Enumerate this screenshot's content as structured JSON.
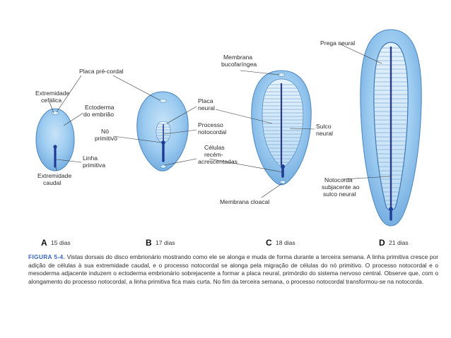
{
  "colors": {
    "disc_fill": "#8fc4ec",
    "disc_stroke": "#4a86c0",
    "notochord": "#2a3a86",
    "streak": "#1f3c94",
    "accent": "#3a66c0"
  },
  "stages": [
    {
      "letter": "A",
      "days": "15 dias"
    },
    {
      "letter": "B",
      "days": "17 dias"
    },
    {
      "letter": "C",
      "days": "18 dias"
    },
    {
      "letter": "D",
      "days": "21 dias"
    }
  ],
  "labels": {
    "placa_pre_cordal": "Placa pré-cordal",
    "extremidade_cefalica_1": "Extremidade",
    "extremidade_cefalica_2": "cefálica",
    "ectoderma_1": "Ectoderma",
    "ectoderma_2": "do embrião",
    "no_primitivo_1": "Nó",
    "no_primitivo_2": "primitivo",
    "linha_primitiva_1": "Linha",
    "linha_primitiva_2": "primitiva",
    "extremidade_caudal_1": "Extremidade",
    "extremidade_caudal_2": "caudal",
    "placa_neural_1": "Placa",
    "placa_neural_2": "neural",
    "processo_notocordal_1": "Processo",
    "processo_notocordal_2": "notocordal",
    "celulas_1": "Células",
    "celulas_2": "recém-",
    "celulas_3": "acrescentadas",
    "membrana_bucofaringea_1": "Membrana",
    "membrana_bucofaringea_2": "bucofaríngea",
    "sulco_neural_1": "Sulco",
    "sulco_neural_2": "neural",
    "membrana_cloacal": "Membrana cloacal",
    "prega_neural": "Prega neural",
    "notocorda_1": "Notocorda",
    "notocorda_2": "subjacente ao",
    "notocorda_3": "sulco neural"
  },
  "caption": {
    "figure_label": "FIGURA 5-4.",
    "text": "Vistas dorsais do disco embrionário mostrando como ele se alonga e muda de forma durante a terceira semana. A linha primitiva cresce por adição de células à sua extremidade caudal, e o processo notocordal se alonga pela migração de células do nó primitivo. O processo notocordal e o mesoderma adjacente induzem o ectoderma embrionário sobrejacente a formar a placa neural, primórdio do sistema nervoso central. Observe que, com o alongamento do processo notocordal, a linha primitiva fica mais curta. No fim da terceira semana, o processo notocordal transformou-se na notocorda."
  }
}
